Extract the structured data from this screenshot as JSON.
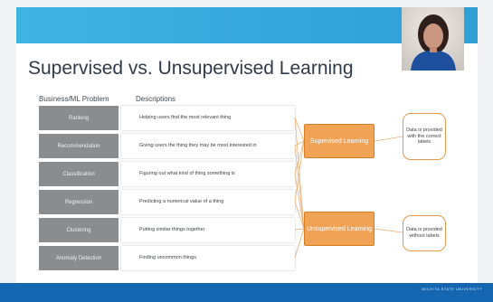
{
  "slide": {
    "title": "Supervised vs. Unsupervised Learning",
    "headers": {
      "problem": "Business/ML Problem",
      "descriptions": "Descriptions"
    },
    "rows": [
      {
        "label": "Ranking",
        "description": "Helping users find the most relevant thing"
      },
      {
        "label": "Recommendation",
        "description": "Giving users the thing they may be most interested in"
      },
      {
        "label": "Classification",
        "description": "Figuring out what kind of thing something is"
      },
      {
        "label": "Regression",
        "description": "Predicting a numerical value of a thing"
      },
      {
        "label": "Clustering",
        "description": "Putting similar things together"
      },
      {
        "label": "Anomaly Detection",
        "description": "Finding uncommon things"
      }
    ],
    "supervised": {
      "label": "Supervised Learning",
      "note": "Data is provided with the correct labels"
    },
    "unsupervised": {
      "label": "Unsupervised Learning",
      "note": "Data is provided without labels"
    }
  },
  "footer": {
    "logo_text": "WICHITA STATE UNIVERSITY"
  },
  "colors": {
    "orange": "#f0a355",
    "orange_border": "#d87e22",
    "label_gray": "#8a8d90",
    "top_bar": "#3fb4e3",
    "bottom_bar": "#1566b0"
  },
  "icons": {
    "webcam": "presenter-video"
  }
}
